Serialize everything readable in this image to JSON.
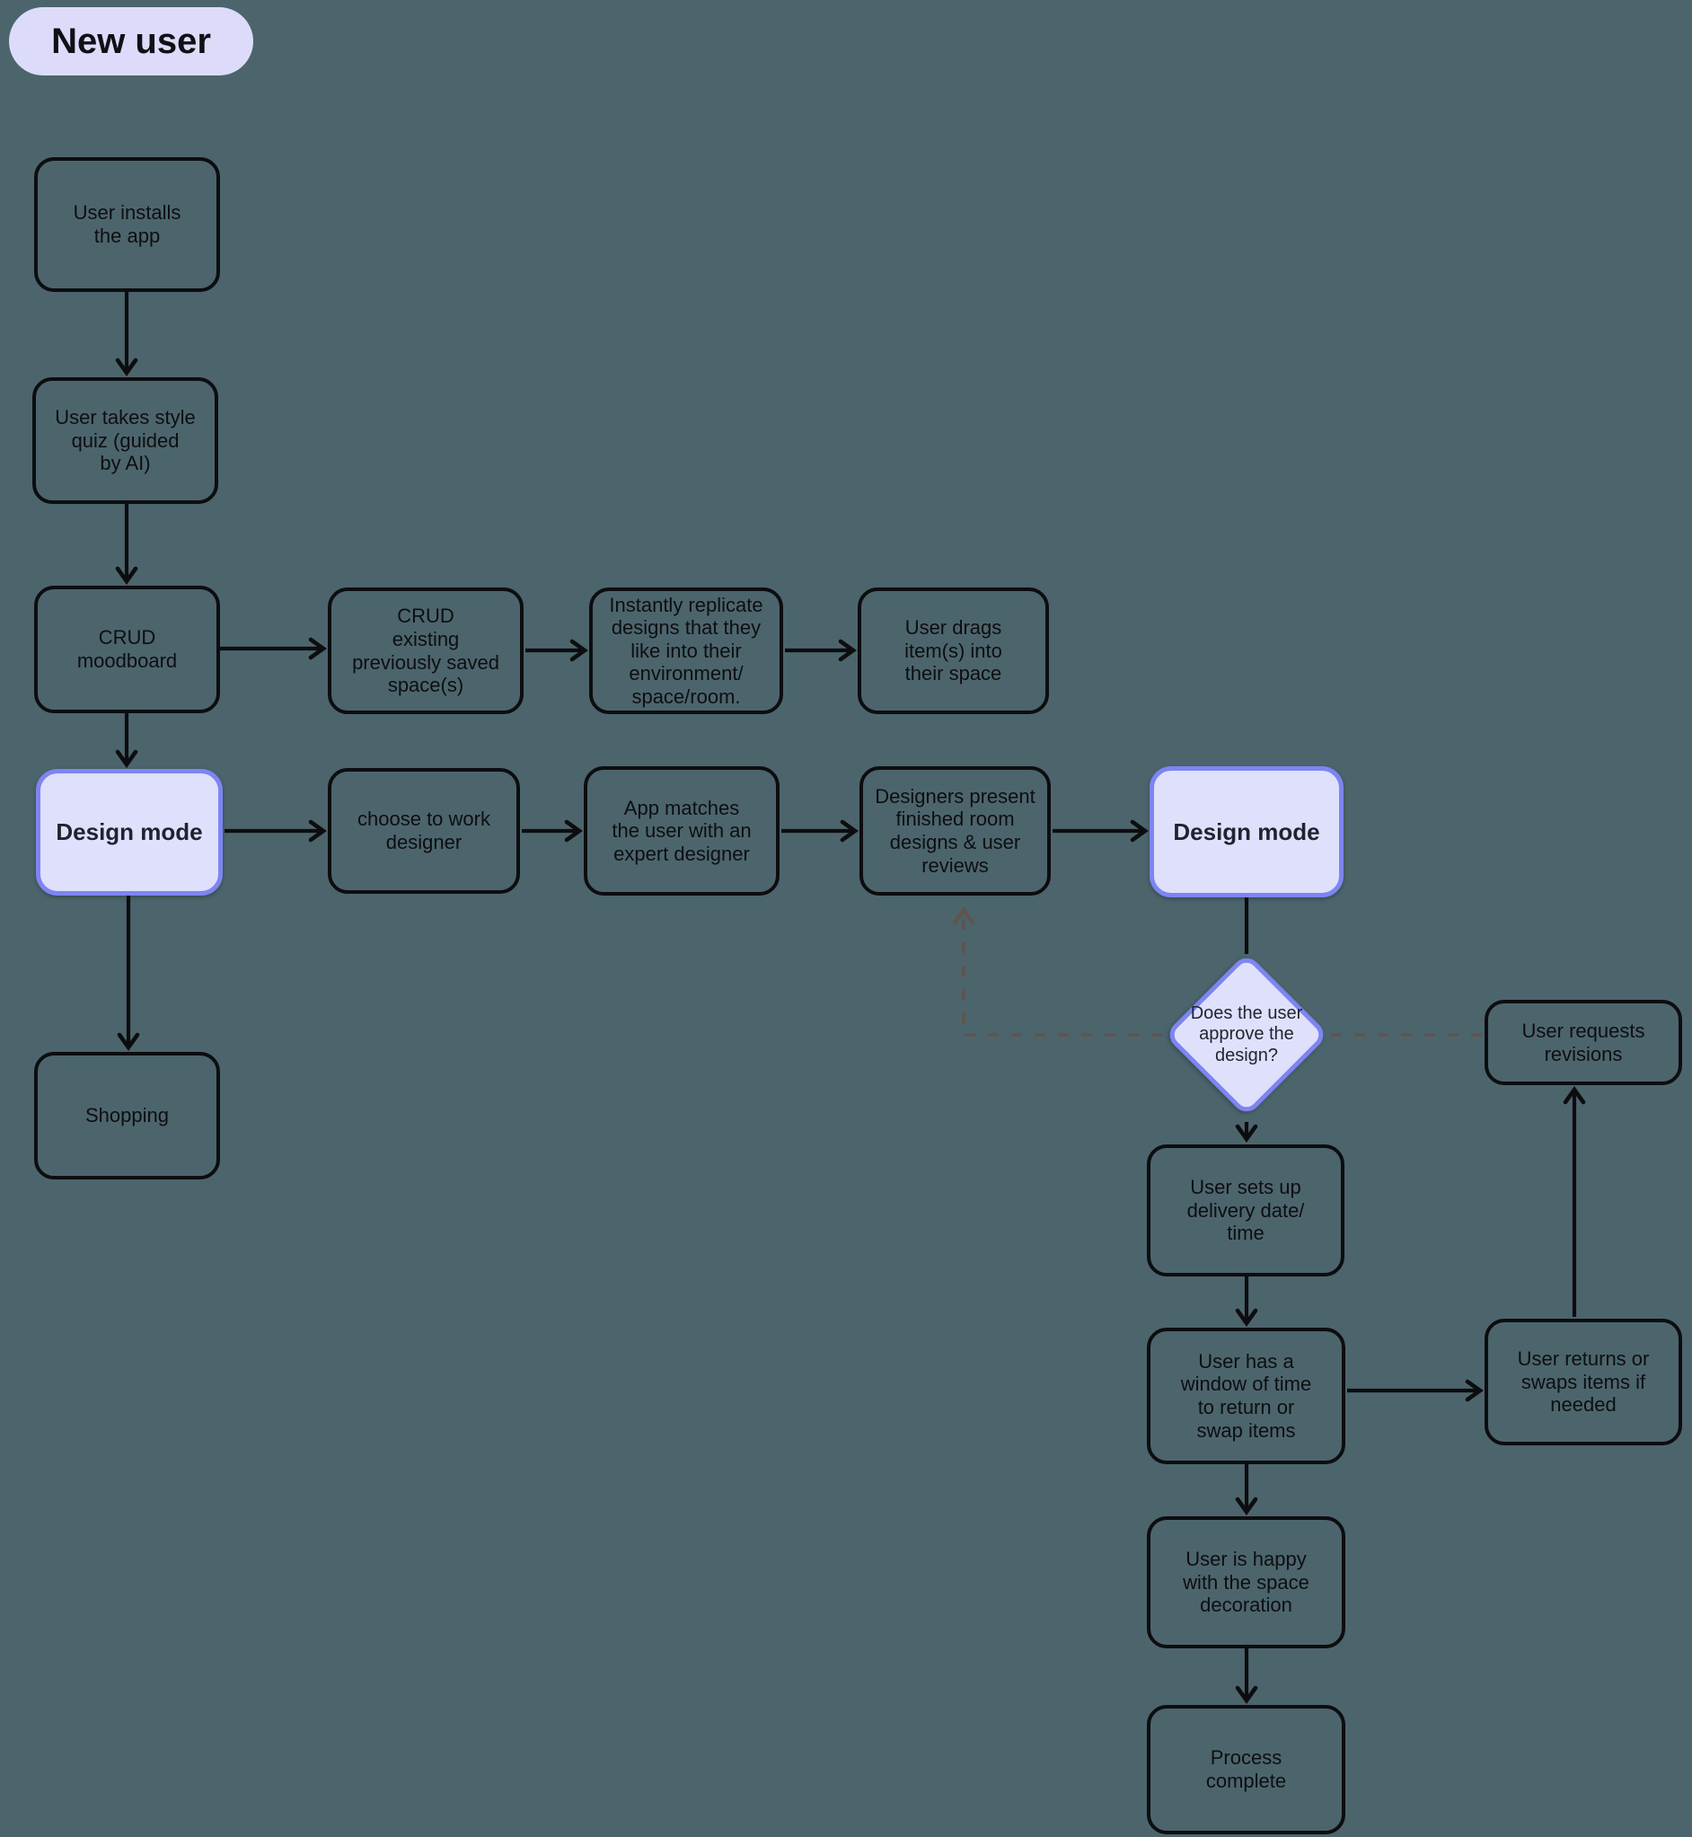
{
  "title": {
    "label": "New user"
  },
  "colors": {
    "background": "#4c656c",
    "edge": "#0d0d10",
    "edge-dashed": "#5e5551",
    "node-border": "#0d0d10",
    "node-text": "#0e0e12",
    "highlight-fill": "#dfe0fc",
    "highlight-border": "#7d85f1",
    "highlight-text": "#222230",
    "pill-fill": "#dcdcfa"
  },
  "nodes": {
    "new_user": "New user",
    "install": "User installs\nthe app",
    "quiz": "User takes style\nquiz (guided\nby AI)",
    "crud_moodboard": "CRUD\nmoodboard",
    "design_mode_1": "Design mode",
    "shopping": "Shopping",
    "crud_existing": "CRUD\nexisting\npreviously saved\nspace(s)",
    "replicate": "Instantly replicate\ndesigns that they\nlike into their\nenvironment/\nspace/room.",
    "drag": "User drags\nitem(s) into\ntheir space",
    "choose": "choose to work\ndesigner",
    "match": "App matches\nthe user with an\nexpert designer",
    "present": "Designers present\nfinished room\ndesigns & user\nreviews",
    "design_mode_2": "Design mode",
    "approve": "Does the user\napprove the\ndesign?",
    "delivery": "User sets up\ndelivery date/\ntime",
    "window": "User has a\nwindow of time\nto return or\nswap items",
    "returns": "User returns or\nswaps items if\nneeded",
    "revisions": "User requests\nrevisions",
    "happy": "User is happy\nwith the space\ndecoration",
    "complete": "Process\ncomplete"
  }
}
